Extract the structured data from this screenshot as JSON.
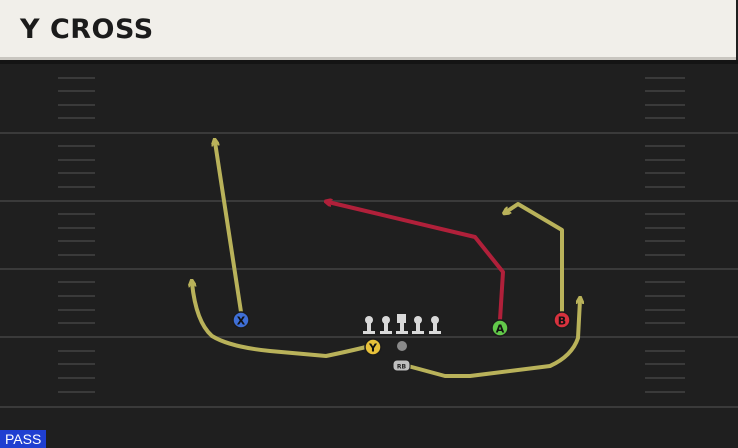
{
  "play": {
    "title": "Y CROSS",
    "type_badge": "PASS"
  },
  "players": [
    {
      "label": "X",
      "color": "#3f6fd6"
    },
    {
      "label": "Y",
      "color": "#e8c13a"
    },
    {
      "label": "A",
      "color": "#62c94a"
    },
    {
      "label": "B",
      "color": "#d8323e"
    },
    {
      "label": "RB",
      "color": "#bfbfbf"
    }
  ],
  "colors": {
    "route_primary": "#b9b25a",
    "route_highlight": "#b0203a",
    "field_background": "#1f1f1f",
    "yard_line": "#3a3a3a",
    "hash_mark": "#4a4a4a"
  }
}
